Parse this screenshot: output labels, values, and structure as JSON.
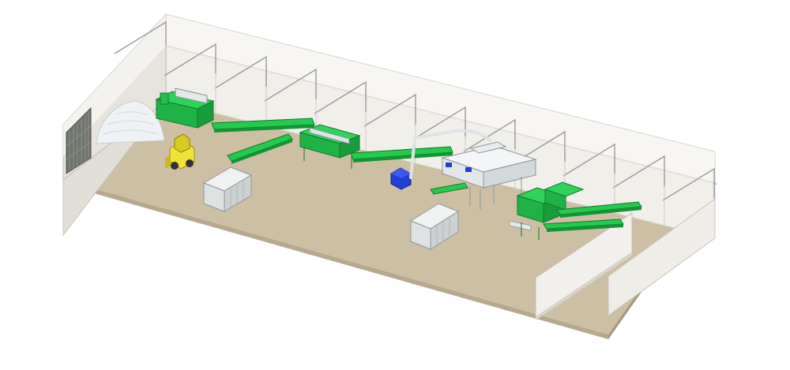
{
  "scene": {
    "kind": "isometric 3D render of a recycling / shredding plant layout inside an open building",
    "colors": {
      "floor": "#cdbfa3",
      "floor_dark": "#bfae8f",
      "wall": "#f1efea",
      "wall_shade": "#dcd9d2",
      "machine_green": "#2fd25b",
      "machine_dark": "#179a3a",
      "conveyor_belt": "#25c94e",
      "bin": "#e4e6e6",
      "loader_yellow": "#efe23a",
      "blue_unit": "#1f3fd6",
      "pile": "#eef2f4"
    },
    "objects": [
      "material-pile",
      "front-loader",
      "shredder-primary",
      "infeed-conveyor",
      "picking-station",
      "transfer-conveyor",
      "container-bin-left",
      "container-bin-center",
      "blower-unit",
      "separator-drum",
      "granulator",
      "output-conveyor-upper",
      "output-conveyor-lower",
      "roof-trusses",
      "door-grille"
    ]
  }
}
